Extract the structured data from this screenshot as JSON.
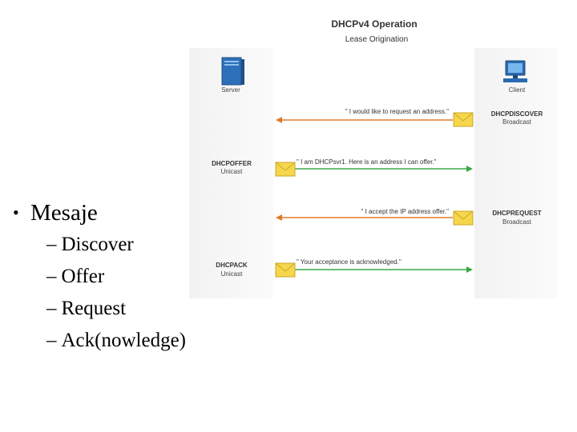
{
  "diagram": {
    "title": "DHCPv4 Operation",
    "subtitle": "Lease Origination",
    "server_label": "Server",
    "client_label": "Client",
    "messages": [
      {
        "quote": "\" I would like to request an address.\"",
        "left_label": "",
        "left_sub": "",
        "right_label": "DHCPDISCOVER",
        "right_sub": "Broadcast",
        "direction": "to-server",
        "color": "#e07b2a"
      },
      {
        "quote": "\" I am DHCPsvr1. Here is an address I can offer.\"",
        "left_label": "DHCPOFFER",
        "left_sub": "Unicast",
        "right_label": "",
        "right_sub": "",
        "direction": "to-client",
        "color": "#3aa845"
      },
      {
        "quote": "\" I accept the IP address offer.\"",
        "left_label": "",
        "left_sub": "",
        "right_label": "DHCPREQUEST",
        "right_sub": "Broadcast",
        "direction": "to-server",
        "color": "#e07b2a"
      },
      {
        "quote": "\" Your acceptance is acknowledged.\"",
        "left_label": "DHCPACK",
        "left_sub": "Unicast",
        "right_label": "",
        "right_sub": "",
        "direction": "to-client",
        "color": "#3aa845"
      }
    ]
  },
  "bullets": {
    "main": "Mesaje",
    "items": [
      "Discover",
      "Offer",
      "Request",
      "Ack(nowledge)"
    ]
  }
}
